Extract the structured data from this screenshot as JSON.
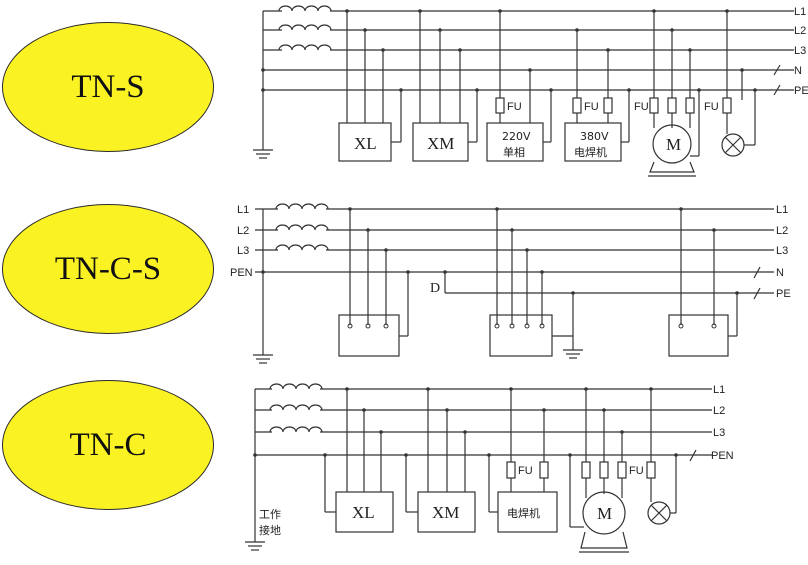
{
  "systems": {
    "tn_s": {
      "title": "TN-S",
      "rails": [
        "L1",
        "L2",
        "L3",
        "N",
        "PE"
      ],
      "fu": "FU",
      "xl": "XL",
      "xm": "XM",
      "single_v": "220V",
      "single_n": "单相",
      "weld_v": "380V",
      "weld_n": "电焊机",
      "motor": "M"
    },
    "tn_c_s": {
      "title": "TN-C-S",
      "left_rails": [
        "L1",
        "L2",
        "L3",
        "PEN"
      ],
      "right_rails": [
        "L1",
        "L2",
        "L3",
        "N",
        "PE"
      ],
      "split": "D"
    },
    "tn_c": {
      "title": "TN-C",
      "rails": [
        "L1",
        "L2",
        "L3",
        "PEN"
      ],
      "fu": "FU",
      "xl": "XL",
      "xm": "XM",
      "weld_n": "电焊机",
      "motor": "M",
      "ground_l1": "工作",
      "ground_l2": "接地"
    }
  },
  "colors": {
    "oval_fill": "#fbf224",
    "line": "#333333"
  }
}
